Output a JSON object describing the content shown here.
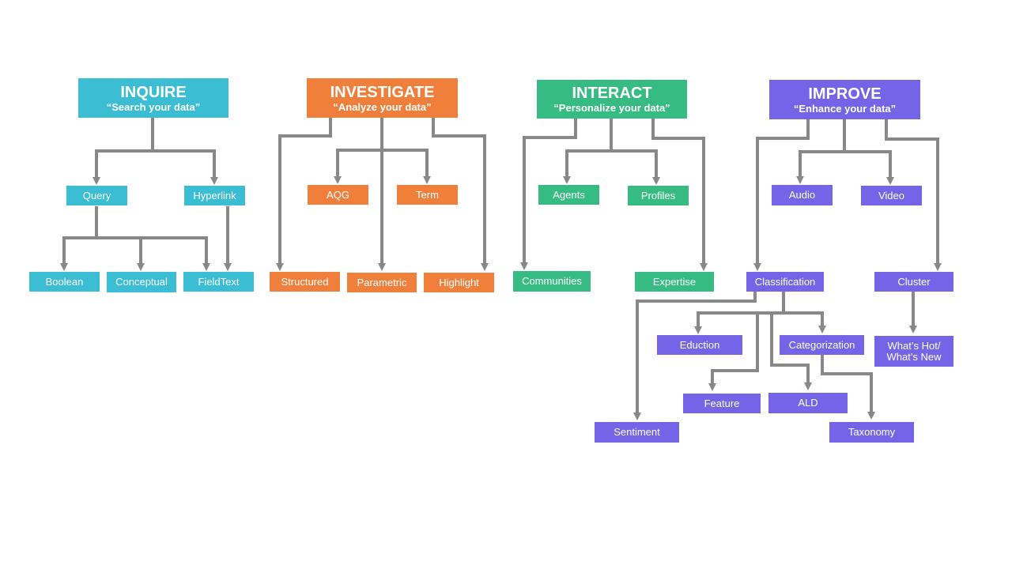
{
  "colors": {
    "inquire": "#3bbdd4",
    "investigate": "#f07f3c",
    "interact": "#36bb82",
    "improve": "#7664e8",
    "connector": "#888888"
  },
  "inquire": {
    "title": "INQUIRE",
    "subtitle": "“Search your data”",
    "query": "Query",
    "hyperlink": "Hyperlink",
    "boolean": "Boolean",
    "conceptual": "Conceptual",
    "fieldtext": "FieldText"
  },
  "investigate": {
    "title": "INVESTIGATE",
    "subtitle": "“Analyze your data”",
    "aqg": "AQG",
    "term": "Term",
    "structured": "Structured",
    "parametric": "Parametric",
    "highlight": "Highlight"
  },
  "interact": {
    "title": "INTERACT",
    "subtitle": "“Personalize your data”",
    "agents": "Agents",
    "profiles": "Profiles",
    "communities": "Communities",
    "expertise": "Expertise"
  },
  "improve": {
    "title": "IMPROVE",
    "subtitle": "“Enhance your data”",
    "audio": "Audio",
    "video": "Video",
    "classification": "Classification",
    "cluster": "Cluster",
    "eduction": "Eduction",
    "categorization": "Categorization",
    "whats_hot_1": "What’s Hot/",
    "whats_hot_2": "What’s New",
    "feature": "Feature",
    "ald": "ALD",
    "sentiment": "Sentiment",
    "taxonomy": "Taxonomy"
  }
}
